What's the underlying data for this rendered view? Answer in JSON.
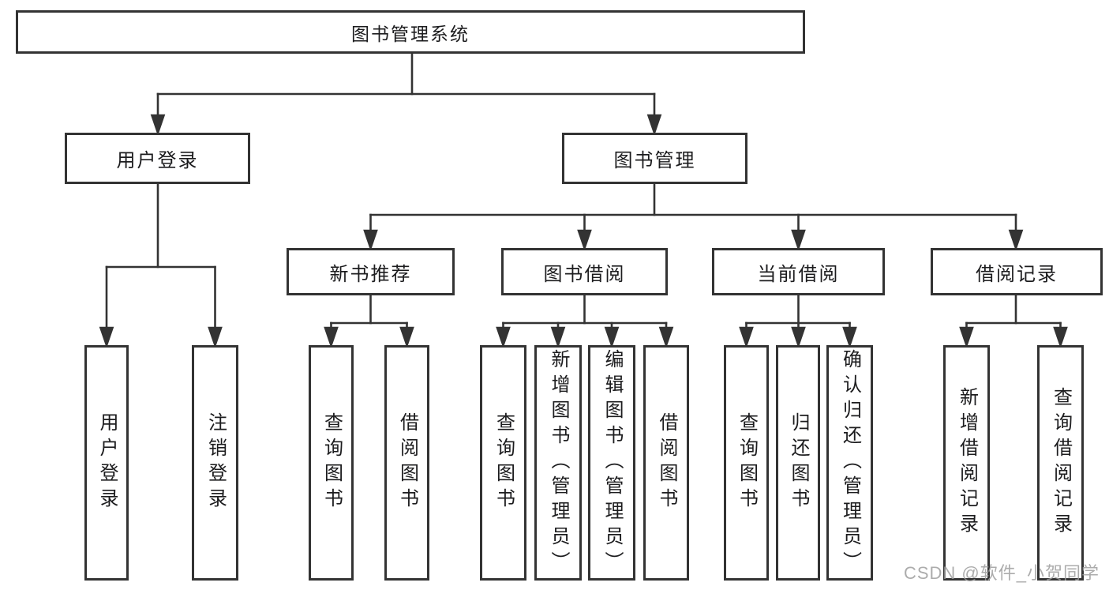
{
  "tree": {
    "label": "图书管理系统",
    "children": [
      {
        "label": "用户登录",
        "children": [
          {
            "label": "用户登录"
          },
          {
            "label": "注销登录"
          }
        ]
      },
      {
        "label": "图书管理",
        "children": [
          {
            "label": "新书推荐",
            "children": [
              {
                "label": "查询图书"
              },
              {
                "label": "借阅图书"
              }
            ]
          },
          {
            "label": "图书借阅",
            "children": [
              {
                "label": "查询图书"
              },
              {
                "label": "新增图书（管理员）"
              },
              {
                "label": "编辑图书（管理员）"
              },
              {
                "label": "借阅图书"
              }
            ]
          },
          {
            "label": "当前借阅",
            "children": [
              {
                "label": "查询图书"
              },
              {
                "label": "归还图书"
              },
              {
                "label": "确认归还（管理员）"
              }
            ]
          },
          {
            "label": "借阅记录",
            "children": [
              {
                "label": "新增借阅记录"
              },
              {
                "label": "查询借阅记录"
              }
            ]
          }
        ]
      }
    ]
  },
  "watermark": {
    "text": "CSDN @软件_小贺同学"
  },
  "colors": {
    "line": "#333333",
    "node_border": "#333333",
    "text": "#1c1c1e",
    "background": "#ffffff",
    "watermark": "#9e9e9e"
  }
}
